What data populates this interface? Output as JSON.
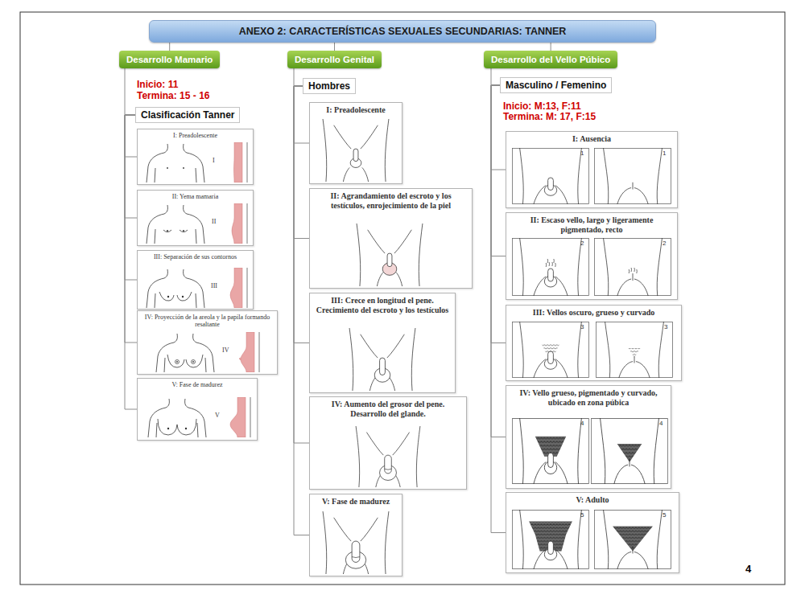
{
  "diagram": {
    "title": "ANEXO 2: CARACTERÍSTICAS SEXUALES SECUNDARIAS: TANNER",
    "nodes": [
      {
        "text": [
          "ANEXO 2: CARACTERÍSTICAS SEXUALES SECUNDARIAS: TANNER"
        ]
      },
      {
        "text": [
          "Desarrollo Mamario"
        ]
      },
      {
        "text": [
          "Desarrollo Genital"
        ]
      },
      {
        "text": [
          "Desarrollo del Vello Púbico"
        ]
      },
      {
        "text": [
          "Clasificación Tanner"
        ]
      },
      {
        "text": [
          "I: Preadolescente"
        ]
      },
      {
        "text": [
          "II: Yema mamaria"
        ]
      },
      {
        "text": [
          "III: Separación de sus contornos"
        ]
      },
      {
        "text": [
          "IV: Proyección de la areola y la papila formando resaltante"
        ]
      },
      {
        "text": [
          "V: Fase de madurez"
        ]
      },
      {
        "text": [
          "Hombres"
        ]
      },
      {
        "text": [
          "I: Preadolescente"
        ]
      },
      {
        "text": [
          "II: Agrandamiento del escroto y los testículos, enrojecimiento de la piel"
        ]
      },
      {
        "text": [
          "III: Crece en longitud el pene. Crecimiento del escroto y los testículos"
        ]
      },
      {
        "text": [
          "IV: Aumento del grosor del pene. Desarrollo del glande."
        ]
      },
      {
        "text": [
          "V: Fase de madurez"
        ]
      },
      {
        "text": [
          "Masculino / Femenino"
        ]
      },
      {
        "text": [
          "I: Ausencia"
        ]
      },
      {
        "text": [
          "II: Escaso vello, largo y ligeramente pigmentado, recto"
        ]
      },
      {
        "text": [
          "III: Vellos oscuro, grueso y curvado"
        ]
      },
      {
        "text": [
          "IV: Vello grueso, pigmentado y curvado, ubicado en zona púbica"
        ]
      },
      {
        "text": [
          "V: Adulto"
        ]
      }
    ],
    "edges": [
      {
        "from": 0,
        "to": 1,
        "arrow": "none"
      },
      {
        "from": 0,
        "to": 2,
        "arrow": "none"
      },
      {
        "from": 0,
        "to": 3,
        "arrow": "none"
      },
      {
        "from": 1,
        "to": 4,
        "arrow": "none"
      },
      {
        "from": 4,
        "to": 5,
        "arrow": "none"
      },
      {
        "from": 4,
        "to": 6,
        "arrow": "none"
      },
      {
        "from": 4,
        "to": 7,
        "arrow": "none"
      },
      {
        "from": 4,
        "to": 8,
        "arrow": "none"
      },
      {
        "from": 4,
        "to": 9,
        "arrow": "none"
      },
      {
        "from": 2,
        "to": 10,
        "arrow": "none"
      },
      {
        "from": 10,
        "to": 11,
        "arrow": "none"
      },
      {
        "from": 10,
        "to": 12,
        "arrow": "none"
      },
      {
        "from": 10,
        "to": 13,
        "arrow": "none"
      },
      {
        "from": 10,
        "to": 14,
        "arrow": "none"
      },
      {
        "from": 10,
        "to": 15,
        "arrow": "none"
      },
      {
        "from": 3,
        "to": 16,
        "arrow": "none"
      },
      {
        "from": 16,
        "to": 17,
        "arrow": "none"
      },
      {
        "from": 16,
        "to": 18,
        "arrow": "none"
      },
      {
        "from": 16,
        "to": 19,
        "arrow": "none"
      },
      {
        "from": 16,
        "to": 20,
        "arrow": "none"
      },
      {
        "from": 16,
        "to": 21,
        "arrow": "none"
      }
    ],
    "labels": [
      "Inicio: 11",
      "Termina: 15 - 16",
      "Inicio: M:13, F:11",
      "Termina: M: 17, F:15",
      "I",
      "II",
      "III",
      "IV",
      "V",
      "1",
      "1",
      "2",
      "2",
      "3",
      "3",
      "4",
      "4",
      "5",
      "5",
      "4"
    ]
  }
}
